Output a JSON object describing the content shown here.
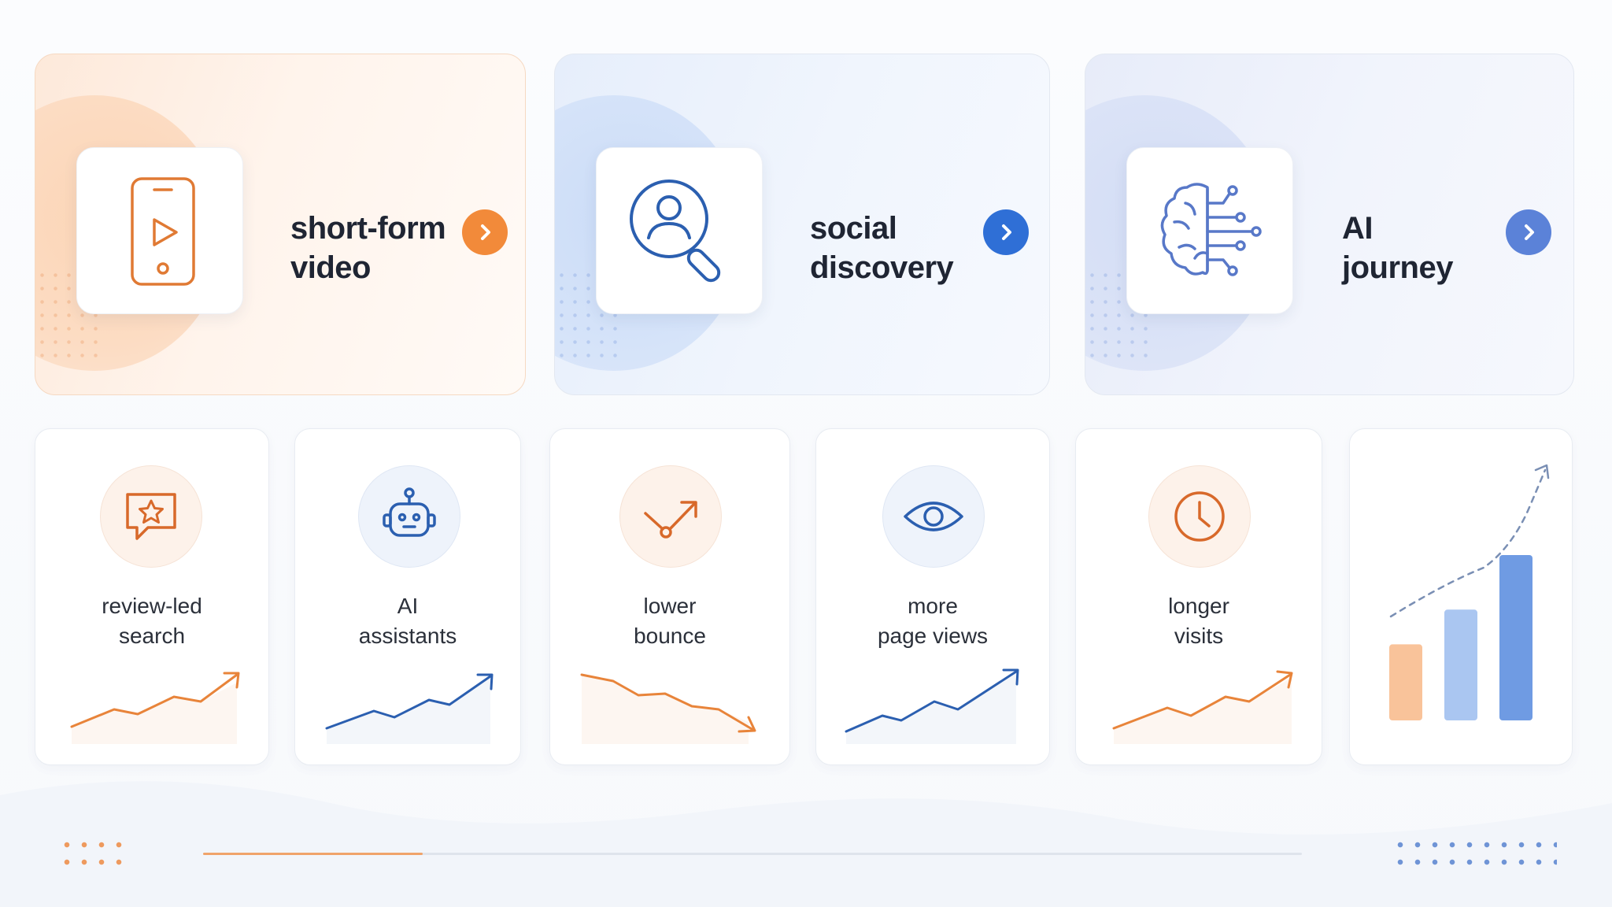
{
  "top_cards": [
    {
      "title_line1": "short-form",
      "title_line2": "video",
      "accent": "#f28a3a",
      "icon": "smartphone-play-icon"
    },
    {
      "title_line1": "social",
      "title_line2": "discovery",
      "accent": "#2f6fd6",
      "icon": "person-search-icon"
    },
    {
      "title_line1": "AI",
      "title_line2": "journey",
      "accent": "#5b82d8",
      "icon": "brain-circuit-icon"
    }
  ],
  "metric_cards": [
    {
      "line1": "review-led",
      "line2": "search",
      "icon": "star-review-icon",
      "trend": "up",
      "color": "#e8843a"
    },
    {
      "line1": "AI",
      "line2": "assistants",
      "icon": "robot-icon",
      "trend": "up",
      "color": "#2b5fb0"
    },
    {
      "line1": "lower",
      "line2": "bounce",
      "icon": "bounce-arrow-icon",
      "trend": "down",
      "color": "#e8843a"
    },
    {
      "line1": "more",
      "line2": "page views",
      "icon": "eye-icon",
      "trend": "up",
      "color": "#2b5fb0"
    },
    {
      "line1": "longer",
      "line2": "visits",
      "icon": "clock-icon",
      "trend": "up",
      "color": "#e8843a"
    }
  ],
  "growth_chart": {
    "bars": [
      {
        "value": 0.46,
        "color": "#f9c39a"
      },
      {
        "value": 0.67,
        "color": "#aac6f1"
      },
      {
        "value": 1.0,
        "color": "#6f9be3"
      }
    ]
  },
  "progress": {
    "value": 0.2,
    "fill_color": "#f0a36a",
    "track_color": "#dfe4ec"
  }
}
